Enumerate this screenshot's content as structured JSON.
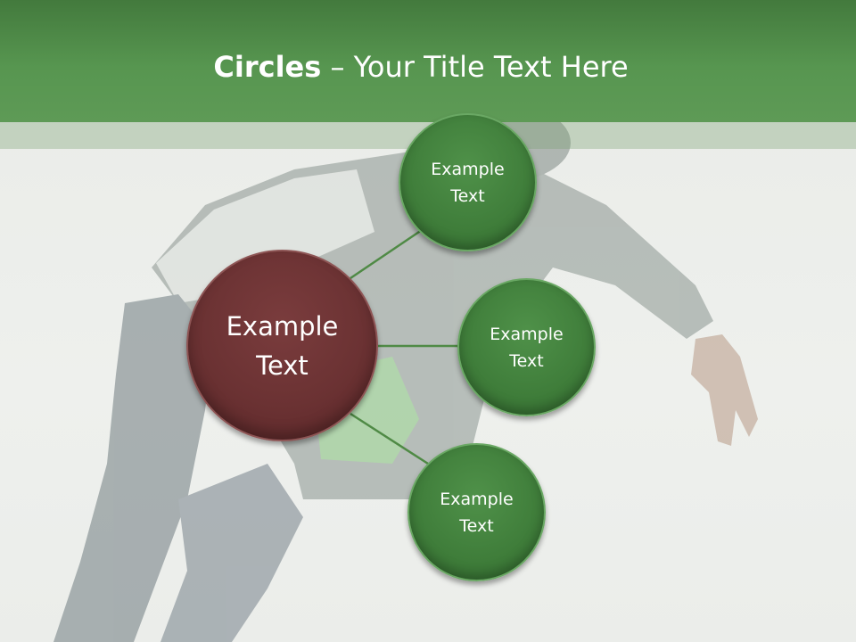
{
  "slide": {
    "title_bold": "Circles",
    "title_rest": " – Your Title Text Here",
    "hub": {
      "label": "Example\nText"
    },
    "satellites": [
      {
        "label": "Example\nText"
      },
      {
        "label": "Example\nText"
      },
      {
        "label": "Example\nText"
      }
    ]
  },
  "colors": {
    "header": "#579650",
    "hub": "#6b3233",
    "satellite": "#3f7d3a",
    "connector": "#4f8a45"
  }
}
